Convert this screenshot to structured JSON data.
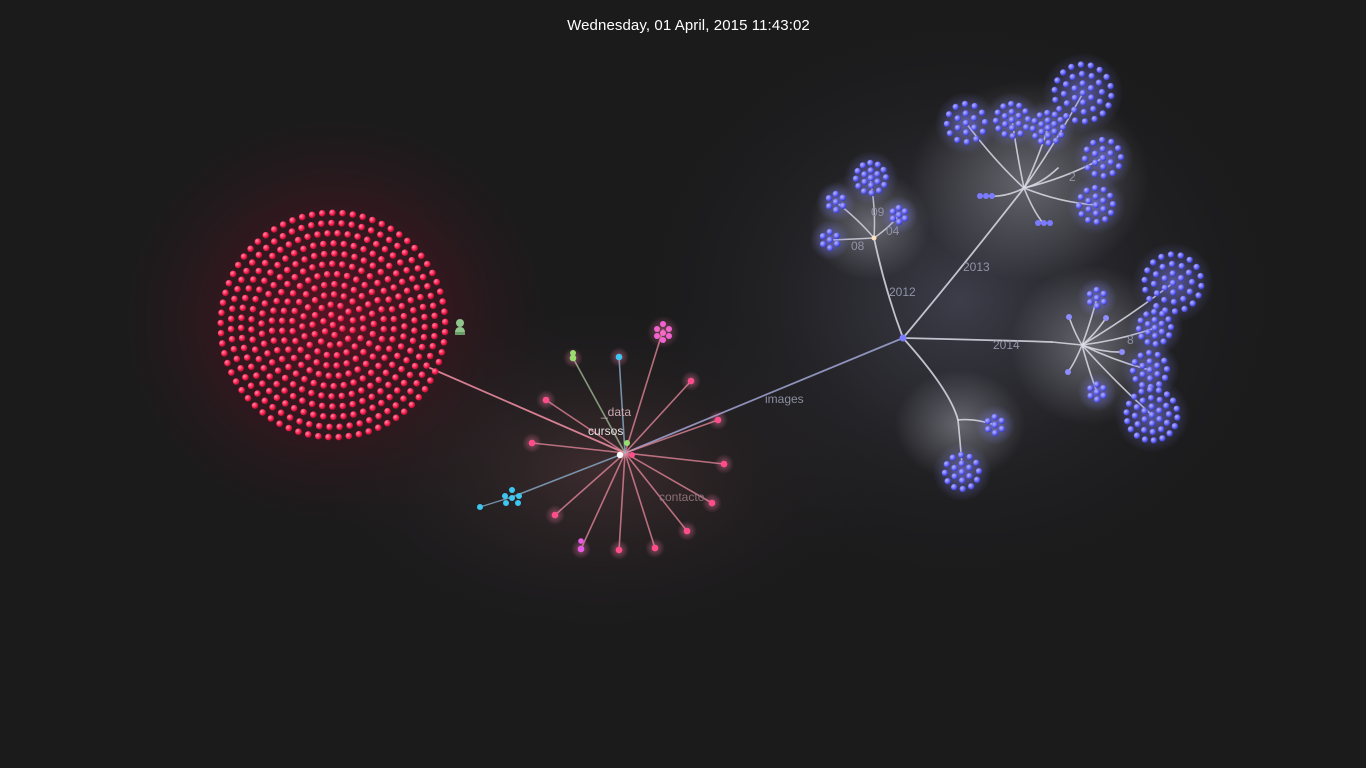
{
  "header": {
    "timestamp": "Wednesday, 01 April, 2015 11:43:02"
  },
  "colors": {
    "background": "#1b1b1c",
    "red_nodes": "#ff2a5c",
    "blue_nodes": "#6f6fff",
    "pink_nodes": "#ff4d8a",
    "cyan_nodes": "#3ec6f0",
    "green_nodes": "#9adf6e",
    "magenta_nodes": "#e65ae8",
    "edge_red": "#e8899e",
    "edge_blue": "#a9aee0",
    "edge_white": "#dcdce8"
  },
  "user_icon": "user-avatar-icon",
  "labels": {
    "data": "_data",
    "cursos": "cursos",
    "images": "images",
    "contacto": "contacto",
    "y2012": "2012",
    "y2013": "2013",
    "y2014": "2014",
    "m09": "09",
    "m04": "04",
    "m08": "08",
    "m02": "2",
    "m8": "8"
  }
}
